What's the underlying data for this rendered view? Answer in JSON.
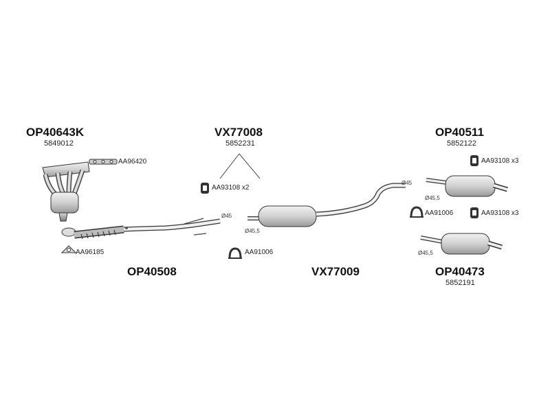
{
  "parts": {
    "manifold": {
      "code": "OP40643K",
      "ref": "5849012"
    },
    "front_pipe": {
      "code": "OP40508"
    },
    "middle_kit": {
      "code": "VX77008",
      "ref": "5852231"
    },
    "middle_silencer": {
      "code": "VX77009"
    },
    "rear_upper": {
      "code": "OP40511",
      "ref": "5852122"
    },
    "rear_lower": {
      "code": "OP40473",
      "ref": "5852191"
    }
  },
  "hardware": {
    "gasket_manifold": "AA96420",
    "gasket_flange": "AA96185",
    "mount_mid": "AA93108 x2",
    "clamp_mid": "AA91006",
    "mount_rear_1": "AA93108 x3",
    "clamp_rear": "AA91006",
    "mount_rear_2": "AA93108 x3"
  },
  "diameters": {
    "front_pipe_end": "Ø45",
    "middle_inlet": "Ø45,5",
    "middle_outlet": "Ø45",
    "rear_upper_inlet": "Ø45,5",
    "rear_lower_inlet": "Ø45,5"
  }
}
